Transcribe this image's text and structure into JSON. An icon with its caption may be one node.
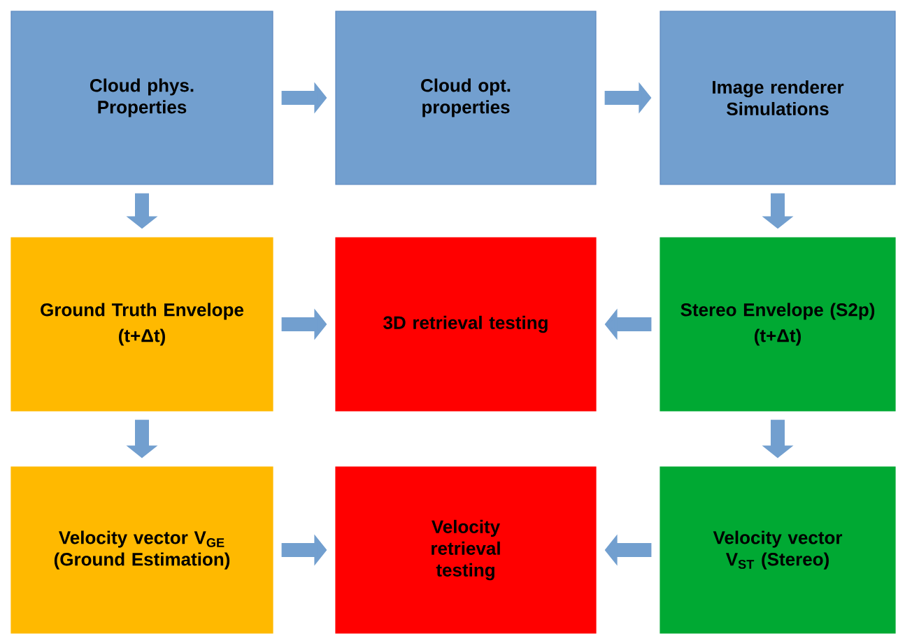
{
  "diagram": {
    "nodes": [
      {
        "text": [
          "Cloud phys. Properties"
        ]
      },
      {
        "text": [
          "Cloud opt. properties"
        ]
      },
      {
        "text": [
          "Image renderer Simulations"
        ]
      },
      {
        "text": [
          "Ground Truth Envelope",
          "(t+Δt)"
        ]
      },
      {
        "text": [
          "3D retrieval testing"
        ]
      },
      {
        "text": [
          "Stereo Envelope (S2p)",
          "(t+Δt)"
        ]
      },
      {
        "text": [
          "Velocity vector V$_{GE}$ (Ground Estimation)"
        ]
      },
      {
        "text": [
          "Velocity retrieval testing"
        ]
      },
      {
        "text": [
          "Velocity vector V$_{ST}$ (Stereo)"
        ]
      }
    ],
    "edges": [
      {
        "from": 0,
        "to": 1,
        "arrow": "to"
      },
      {
        "from": 1,
        "to": 2,
        "arrow": "to"
      },
      {
        "from": 0,
        "to": 3,
        "arrow": "to"
      },
      {
        "from": 2,
        "to": 5,
        "arrow": "to"
      },
      {
        "from": 3,
        "to": 4,
        "arrow": "to"
      },
      {
        "from": 5,
        "to": 4,
        "arrow": "to"
      },
      {
        "from": 3,
        "to": 6,
        "arrow": "to"
      },
      {
        "from": 5,
        "to": 8,
        "arrow": "to"
      },
      {
        "from": 6,
        "to": 7,
        "arrow": "to"
      },
      {
        "from": 8,
        "to": 7,
        "arrow": "to"
      }
    ]
  }
}
